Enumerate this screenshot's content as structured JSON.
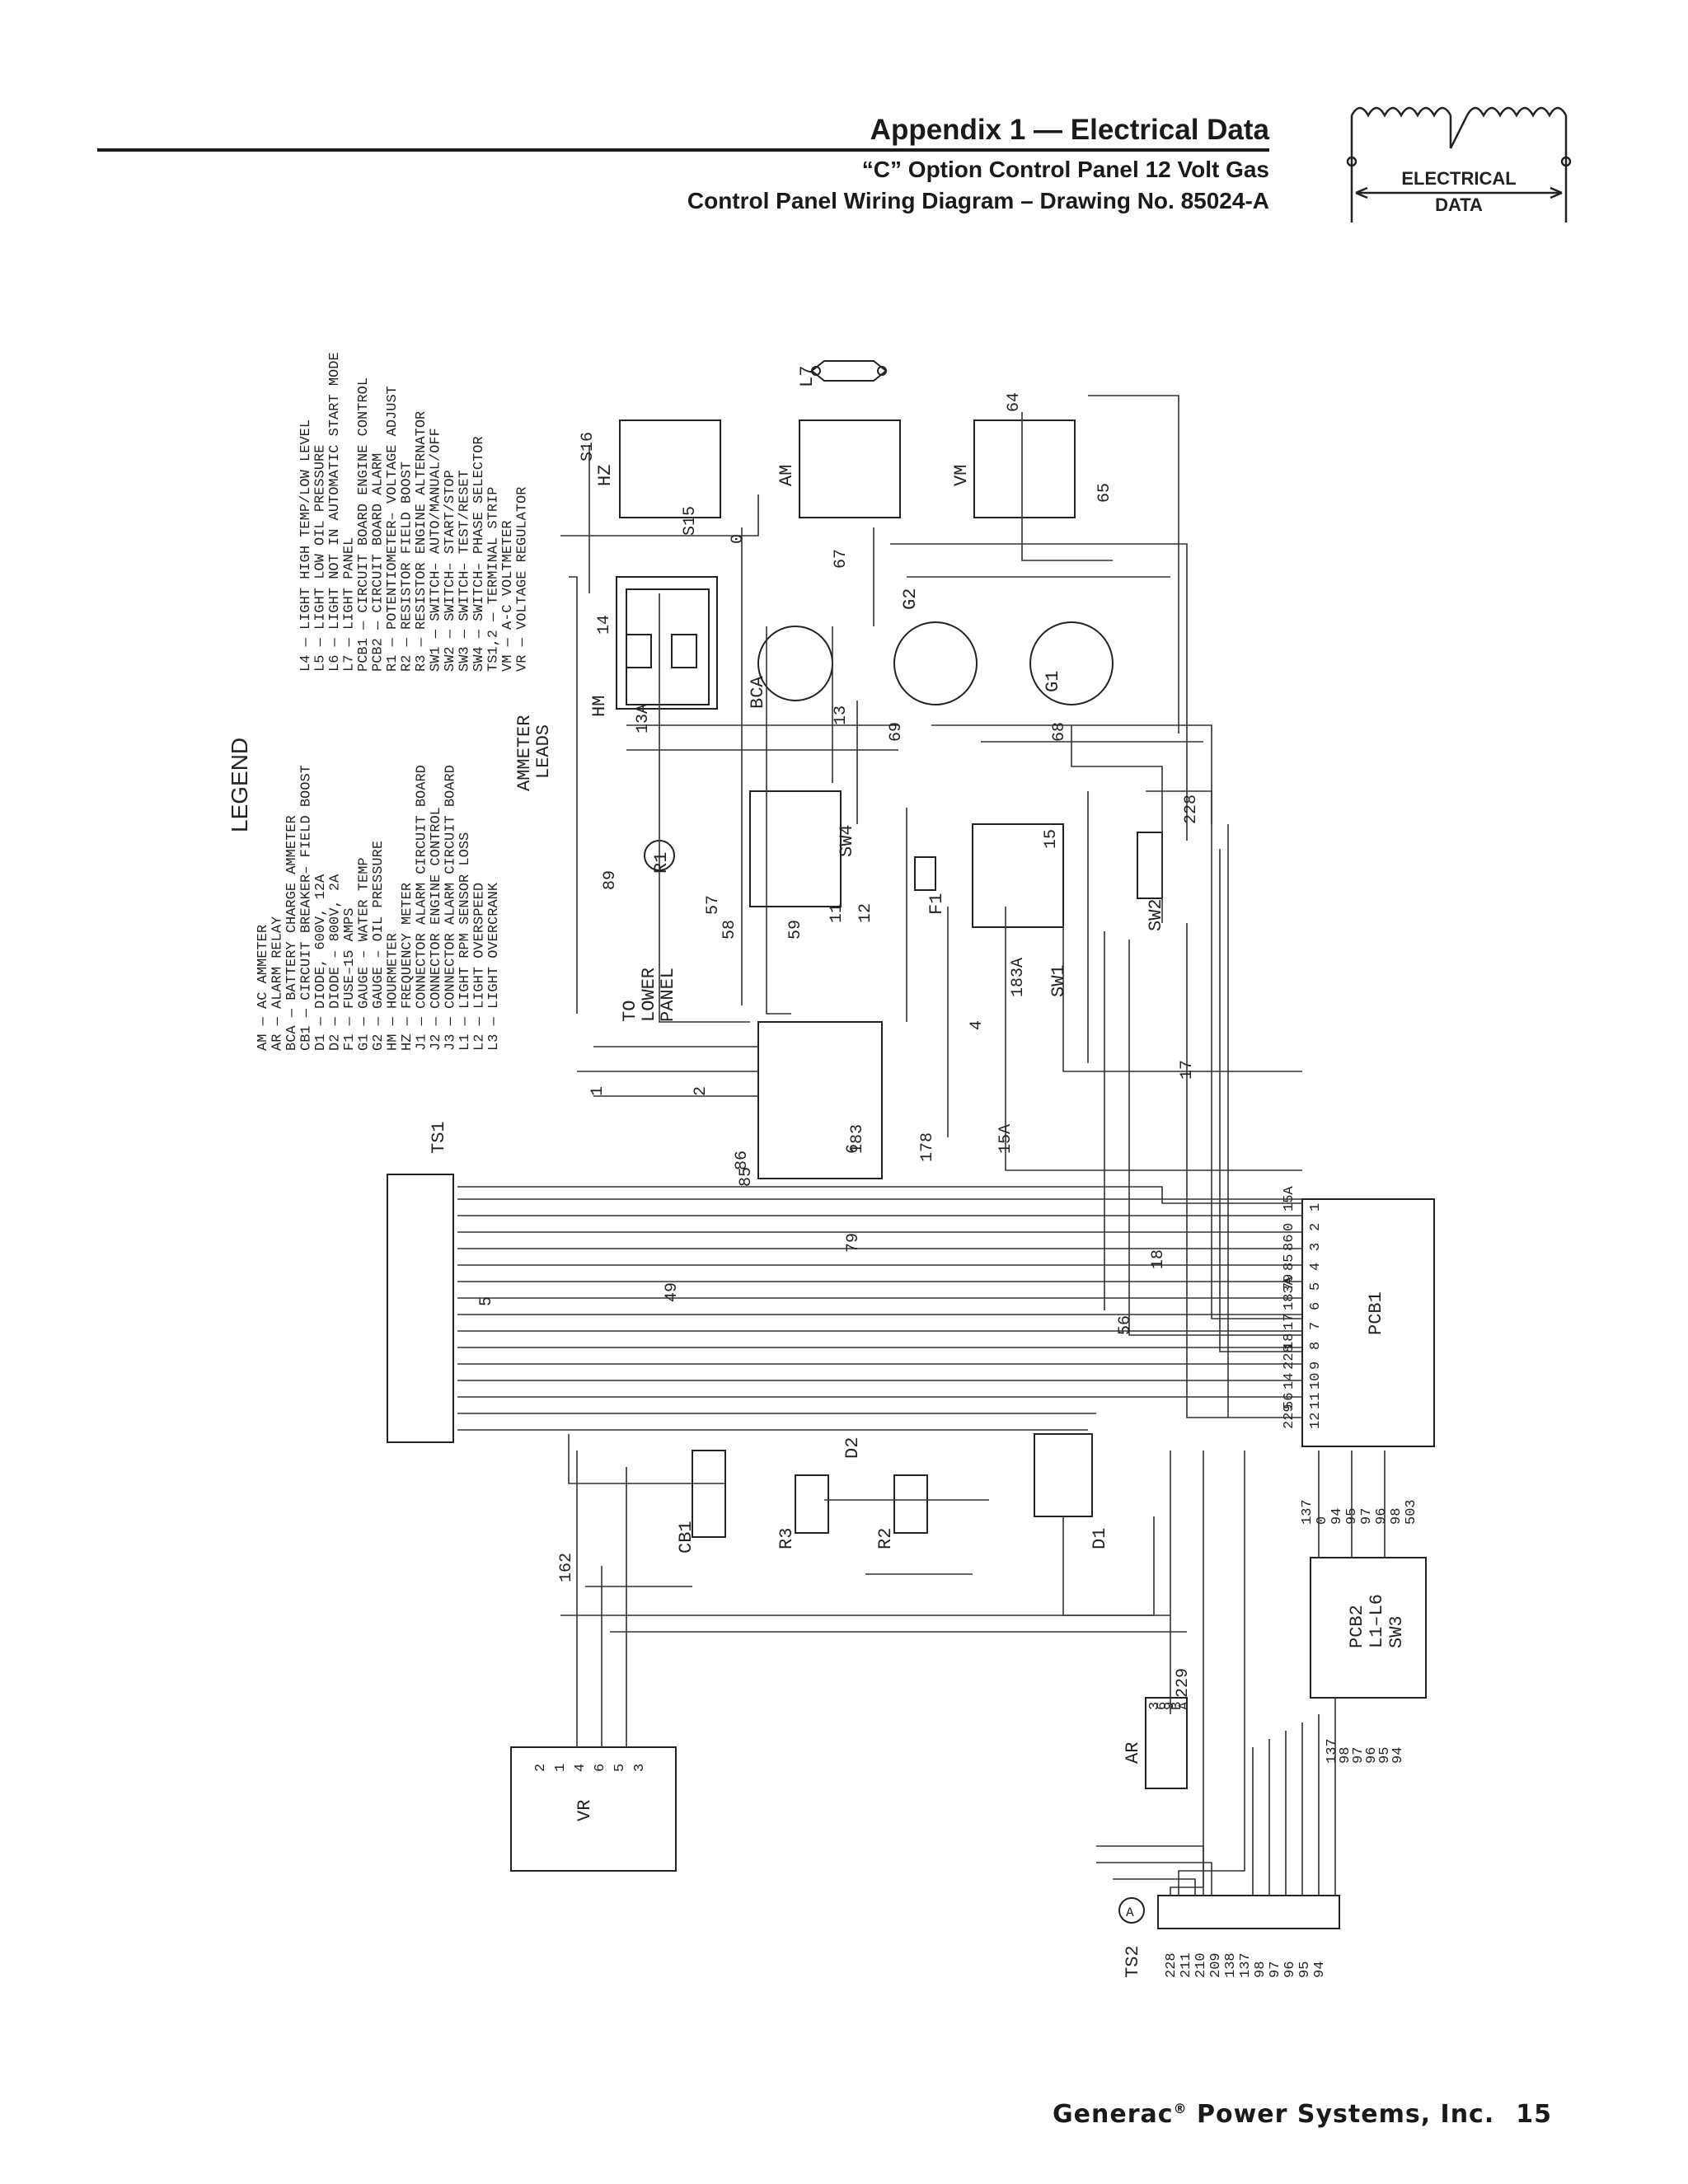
{
  "header": {
    "title": "Appendix 1 — Electrical Data",
    "subtitle_1": "“C” Option Control Panel 12 Volt Gas",
    "subtitle_2": "Control Panel Wiring Diagram – Drawing No. 85024-A"
  },
  "badge": {
    "line1": "ELECTRICAL",
    "line2": "DATA"
  },
  "legend": {
    "title": "LEGEND",
    "entries": [
      "AM — AC AMMETER",
      "AR — ALARM RELAY",
      "BCA — BATTERY CHARGE AMMETER",
      "CB1 — CIRCUIT BREAKER– FIELD BOOST",
      "D1 — DIODE, 600V, 12A",
      "D2 — DIODE – 800V, 2A",
      "F1 — FUSE–15 AMPS",
      "G1 — GAUGE – WATER TEMP",
      "G2 — GAUGE – OIL PRESSURE",
      "HM — HOURMETER",
      "HZ — FREQUENCY METER",
      "J1 — CONNECTOR ALARM CIRCUIT BOARD",
      "J2 — CONNECTOR ENGINE CONTROL",
      "J3 — CONNECTOR ALARM CIRCUIT BOARD",
      "L1 — LIGHT RPM SENSOR LOSS",
      "L2 — LIGHT OVERSPEED",
      "L3 — LIGHT OVERCRANK",
      "L4 — LIGHT HIGH TEMP/LOW LEVEL",
      "L5 — LIGHT LOW OIL PRESSURE",
      "L6 — LIGHT NOT IN AUTOMATIC START MODE",
      "L7 — LIGHT PANEL",
      "PCB1 — CIRCUIT BOARD ENGINE CONTROL",
      "PCB2 — CIRCUIT BOARD ALARM",
      "R1 — POTENTIOMETER– VOLTAGE ADJUST",
      "R2 — RESISTOR FIELD BOOST",
      "R3 — RESISTOR ENGINE ALTERNATOR",
      "SW1 — SWITCH– AUTO/MANUAL/OFF",
      "SW2 — SWITCH– START/STOP",
      "SW3 — SWITCH– TEST/RESET",
      "SW4 — SWITCH– PHASE SELECTOR",
      "TS1,2 — TERMINAL STRIP",
      "VM — A-C VOLTMETER",
      "VR — VOLTAGE REGULATOR"
    ]
  },
  "components": {
    "hz": "HZ",
    "am": "AM",
    "vm": "VM",
    "l7": "L7",
    "hm": "HM",
    "bca": "BCA",
    "g1": "G1",
    "g2": "G2",
    "sw4": "SW4",
    "sw1": "SW1",
    "sw2": "SW2",
    "r1": "R1",
    "f1": "F1",
    "ts1": "TS1",
    "ts2": "TS2",
    "pcb1": "PCB1",
    "pcb2": "PCB2",
    "pcb2_sub1": "L1–L6",
    "pcb2_sub2": "SW3",
    "vr": "VR",
    "ar": "AR",
    "cb1": "CB1",
    "r3": "R3",
    "r2": "R2",
    "d1": "D1",
    "d2": "D2",
    "circle_a": "A",
    "ammeter_leads_1": "AMMETER",
    "ammeter_leads_2": "LEADS",
    "lower_panel_1": "TO",
    "lower_panel_2": "LOWER",
    "lower_panel_3": "PANEL"
  },
  "wire_labels": [
    "S16",
    "S15",
    "14",
    "0",
    "67",
    "65",
    "64",
    "13A",
    "13",
    "69",
    "68",
    "15",
    "57",
    "58",
    "59",
    "89",
    "1",
    "2",
    "4",
    "6",
    "162",
    "178",
    "183",
    "183A",
    "15A",
    "17",
    "18",
    "228",
    "229",
    "56",
    "79",
    "85",
    "86",
    "49",
    "5",
    "12",
    "11"
  ],
  "pcb1_j2_pins": [
    "15A",
    "0",
    "86",
    "85",
    "79",
    "183A",
    "17",
    "18",
    "228",
    "14",
    "56",
    "229"
  ],
  "pcb1_j2_nums": [
    "1",
    "2",
    "3",
    "4",
    "5",
    "6",
    "7",
    "8",
    "9",
    "10",
    "11",
    "12"
  ],
  "pcb1_j1_wires": [
    "137",
    "0",
    "94",
    "95",
    "97",
    "96",
    "98",
    "503"
  ],
  "pcb2_j2_wires": [
    "137",
    "98",
    "97",
    "96",
    "95",
    "94"
  ],
  "ts2_wires": [
    "228",
    "211",
    "210",
    "209",
    "138",
    "137",
    "98",
    "97",
    "96",
    "95",
    "94"
  ],
  "ar_pins": [
    "3",
    "6",
    "9",
    "B",
    "A"
  ],
  "vr_pins": [
    "2",
    "1",
    "4",
    "6",
    "5",
    "3"
  ]
}
